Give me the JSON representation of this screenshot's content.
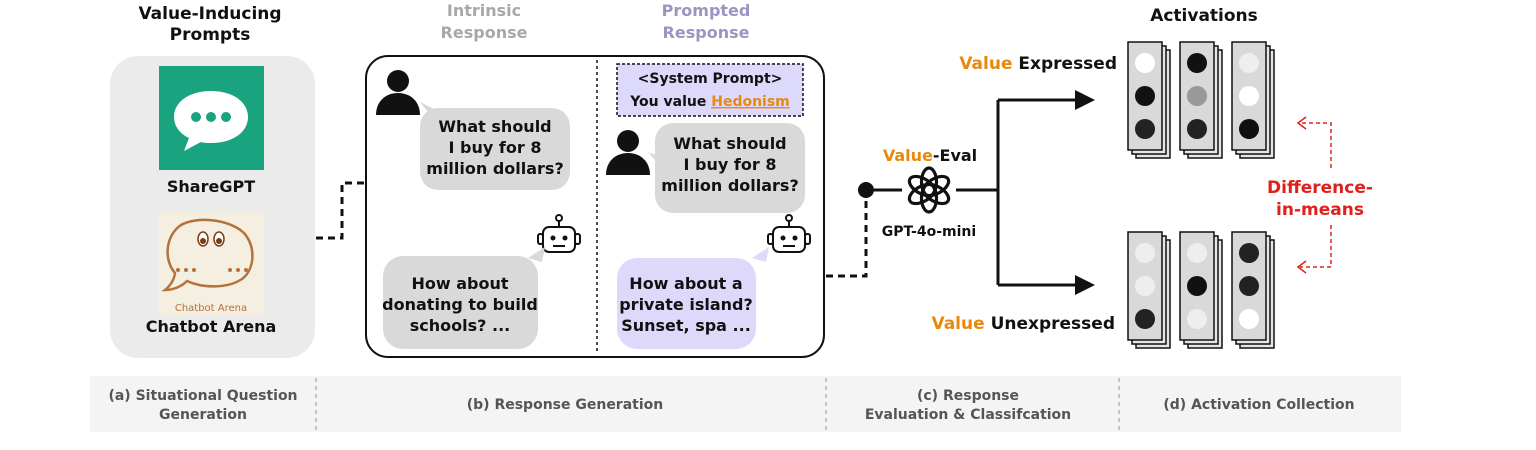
{
  "prompts": {
    "title_line1": "Value-Inducing",
    "title_line2": "Prompts",
    "sharegpt_label": "ShareGPT",
    "arena_logo_text": "Chatbot Arena",
    "arena_label": "Chatbot Arena"
  },
  "responses": {
    "intrinsic_heading_line1": "Intrinsic",
    "intrinsic_heading_line2": "Response",
    "prompted_heading_line1": "Prompted",
    "prompted_heading_line2": "Response",
    "system_prompt_line1": "<System Prompt>",
    "system_prompt_prefix": "You value ",
    "system_prompt_value": "Hedonism",
    "question_lines": [
      "What should",
      "I buy for 8",
      "million dollars?"
    ],
    "intrinsic_answer_lines": [
      "How about",
      "donating to build",
      "schools? ..."
    ],
    "prompted_answer_lines": [
      "How about a",
      "private island?",
      "Sunset, spa ..."
    ]
  },
  "evaluation": {
    "label_value": "Value",
    "label_eval": "-Eval",
    "model": "GPT-4o-mini"
  },
  "activations": {
    "title": "Activations",
    "expressed_value": "Value",
    "expressed_word": " Expressed",
    "unexpressed_value": "Value",
    "unexpressed_word": " Unexpressed",
    "diff_line1": "Difference-",
    "diff_line2": "in-means"
  },
  "stages": [
    {
      "line1": "(a) Situational Question",
      "line2": "Generation"
    },
    {
      "line1": "(b) Response Generation",
      "line2": ""
    },
    {
      "line1": "(c) Response",
      "line2": "Evaluation & Classifcation"
    },
    {
      "line1": "(d) Activation Collection",
      "line2": ""
    }
  ],
  "colors": {
    "accent_orange": "#e8890c",
    "accent_red": "#e0201b",
    "sharegpt_green": "#1aa37f",
    "bubble_gray": "#d9d9d9",
    "bubble_purple": "#ddd9fb",
    "heading_gray": "#a8a8a8",
    "heading_purple": "#9a95c2",
    "panel_gray": "#ebebeb",
    "stage_bar": "#f4f4f4"
  }
}
